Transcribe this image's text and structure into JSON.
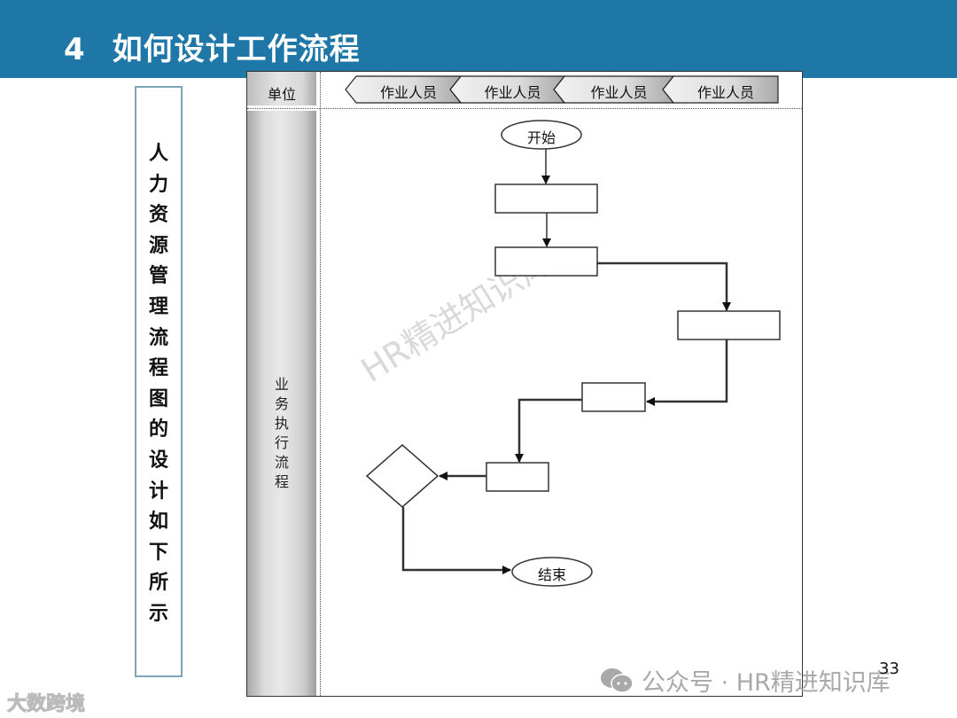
{
  "header": {
    "section_number": "4",
    "title": "如何设计工作流程",
    "bar_color": "#1f77a8"
  },
  "side_caption": {
    "text": "人力资源管理流程图的设计如下所示",
    "chars": [
      "人",
      "力",
      "资",
      "源",
      "管",
      "理",
      "流",
      "程",
      "图",
      "的",
      "设",
      "计",
      "如",
      "下",
      "所",
      "示"
    ]
  },
  "swimlane": {
    "unit_label": "单位",
    "lane_label_chars": [
      "业",
      "务",
      "执",
      "行",
      "流",
      "程"
    ],
    "lane_label": "业务执行流程",
    "roles": [
      "作业人员",
      "作业人员",
      "作业人员",
      "作业人员"
    ]
  },
  "flowchart": {
    "start_label": "开始",
    "end_label": "结束",
    "nodes": [
      {
        "id": "start",
        "type": "ellipse",
        "label": "开始"
      },
      {
        "id": "step1",
        "type": "rect",
        "label": ""
      },
      {
        "id": "step2",
        "type": "rect",
        "label": ""
      },
      {
        "id": "step3",
        "type": "rect",
        "label": ""
      },
      {
        "id": "step4",
        "type": "rect",
        "label": ""
      },
      {
        "id": "step5",
        "type": "rect",
        "label": ""
      },
      {
        "id": "decision",
        "type": "diamond",
        "label": ""
      },
      {
        "id": "end",
        "type": "ellipse",
        "label": "结束"
      }
    ],
    "edges": [
      [
        "start",
        "step1"
      ],
      [
        "step1",
        "step2"
      ],
      [
        "step2",
        "step3"
      ],
      [
        "step3",
        "step4"
      ],
      [
        "step4",
        "step5"
      ],
      [
        "step5",
        "decision"
      ],
      [
        "decision",
        "end"
      ]
    ]
  },
  "watermark": "HR精进知识库",
  "footer": {
    "wechat_text": "公众号 · HR精进知识库",
    "page_number": "33",
    "bottom_left_logo": "大数跨境"
  }
}
